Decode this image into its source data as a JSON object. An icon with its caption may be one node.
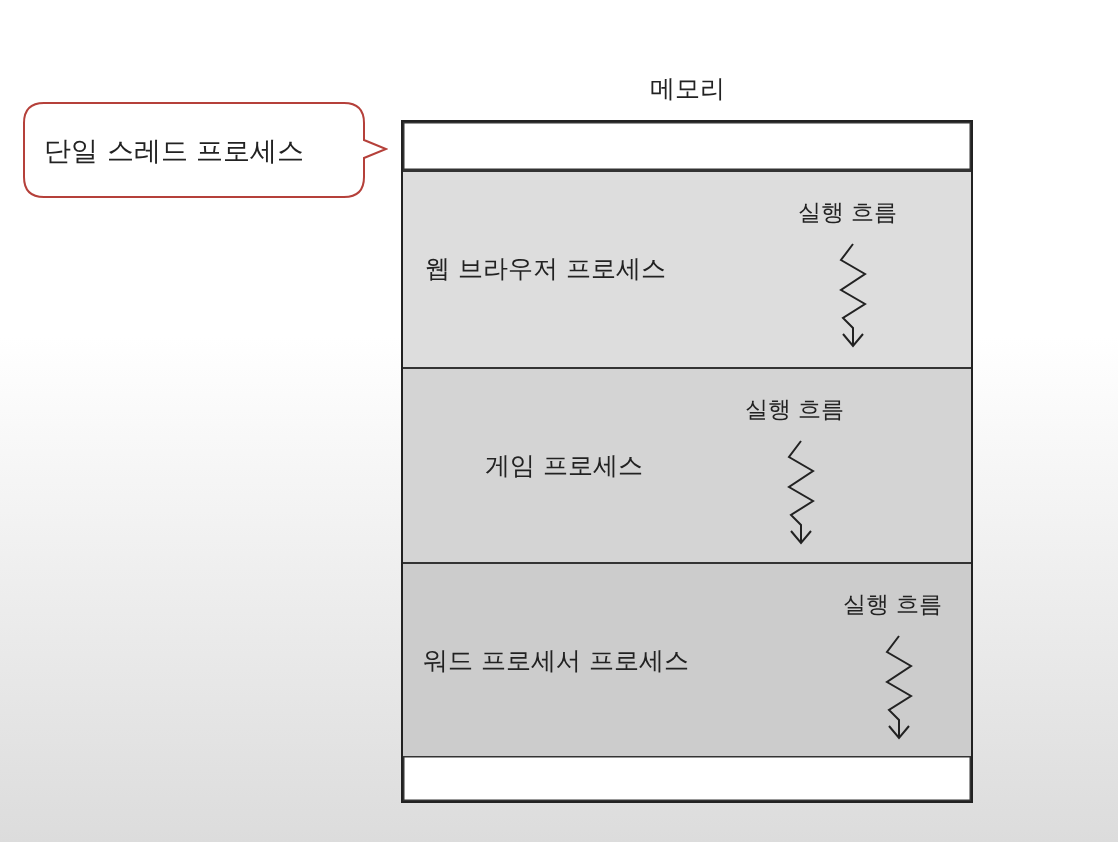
{
  "diagram": {
    "nodes": [
      {
        "text": [
          "메모리"
        ]
      },
      {
        "text": [],
        "shape": "box",
        "in": 0
      },
      {
        "text": [
          "웹 브라우저 프로세스",
          "실행 흐름"
        ],
        "in": 0
      },
      {
        "text": [
          "게임 프로세스",
          "실행 흐름"
        ],
        "in": 0
      },
      {
        "text": [
          "워드 프로세서 프로세스",
          "실행 흐름"
        ],
        "in": 0
      },
      {
        "text": [],
        "shape": "box",
        "in": 0
      },
      {
        "text": [
          "단일 스레드 프로세스"
        ]
      }
    ],
    "edges": []
  }
}
